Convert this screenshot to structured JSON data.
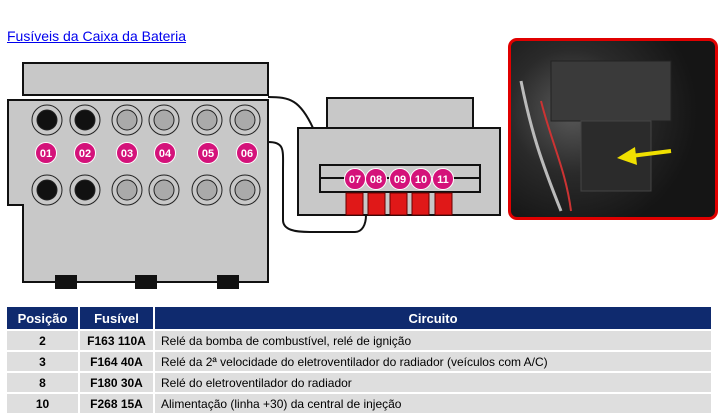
{
  "title": "Fusíveis da Caixa da Bateria",
  "diagram": {
    "main_badges": [
      "01",
      "02",
      "03",
      "04",
      "05",
      "06"
    ],
    "relay_badges": [
      "07",
      "08",
      "09",
      "10",
      "11"
    ],
    "colors": {
      "badge": "#d4127a",
      "relay": "#e01818",
      "housing": "#c8c8c8",
      "photo_border": "#e00000",
      "arrow": "#f0e000"
    }
  },
  "table": {
    "headers": [
      "Posição",
      "Fusível",
      "Circuito"
    ],
    "rows": [
      {
        "pos": "2",
        "fuse": "F163 110A",
        "circuit": "Relé da bomba de combustível, relé de ignição"
      },
      {
        "pos": "3",
        "fuse": "F164 40A",
        "circuit": "Relé da 2ª velocidade do eletroventilador do radiador (veículos com A/C)"
      },
      {
        "pos": "8",
        "fuse": "F180 30A",
        "circuit": "Relé do eletroventilador do radiador"
      },
      {
        "pos": "10",
        "fuse": "F268 15A",
        "circuit": "Alimentação (linha +30) da central de injeção"
      }
    ]
  }
}
